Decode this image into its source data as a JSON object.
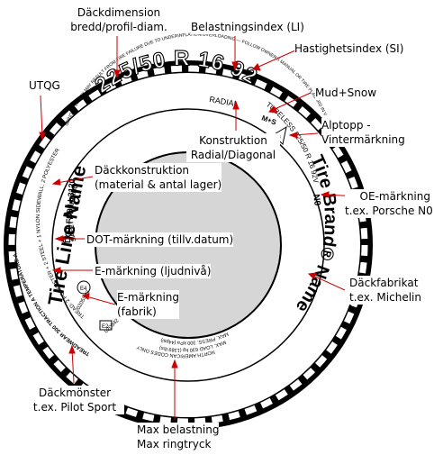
{
  "tire_text": {
    "size": "225/50 R 16 92V",
    "radial": "RADIAL",
    "tubeless": "TUBELESS 225/50 R 16 92V",
    "mud_snow": "M+S",
    "oe_mark": "N0",
    "brand": "Tire Brand® Name",
    "line": "Tire Line Name",
    "dot": "DOT FD8J L3120",
    "construction": "TREAD: 2 POLYESTER + 2 STEEL + 1 NYLON  SIDEWALL: 2 POLYESTER",
    "safety": "SAFETY WARNING",
    "treadwear": "TREADWEAR 300  TRACTION A  TEMPERATURE A",
    "warning_text": "SERIOUS INJURY MAY RESULT FROM TIRE FAILURE DUE TO UNDERINFLATION/OVERLOADING — FOLLOW OWNER'S MANUAL OR TIRE PLACARD IN VEHICLE",
    "max_load": "MAX. LOAD 630 kg (1389 lbs)",
    "max_press": "MAX. PRESS. 300 kPa (44psi)",
    "na_codes": "NORTH AMERICAN CODES ONLY",
    "e4": "E4",
    "e2": "E2",
    "approval_1": "0205542",
    "approval_2": "020542"
  },
  "labels": {
    "size": "Däckdimension\nbredd/profil-diam.",
    "load_index": "Belastningsindex (LI)",
    "speed_index": "Hastighetsindex (SI)",
    "mud_snow": "Mud+Snow",
    "alpine": "Alptopp -\nVintermärkning",
    "oe": "OE-märkning\nt.ex. Porsche N0",
    "brand": "Däckfabrikat\nt.ex. Michelin",
    "utqg": "UTQG",
    "construction": "Konstruktion\nRadial/Diagonal",
    "tire_construction": "Däckkonstruktion\n(material & antal lager)",
    "dot": "DOT-märkning (tillv.datum)",
    "e_noise": "E-märkning (ljudnivå)",
    "e_factory": "E-märkning\n(fabrik)",
    "pattern": "Däckmönster\nt.ex. Pilot Sport",
    "max": "Max belastning\nMax ringtryck"
  },
  "colors": {
    "arrow": "#cc0000",
    "tire": "#000000",
    "rim": "#d6d6d6",
    "sidewall": "#ffffff"
  }
}
